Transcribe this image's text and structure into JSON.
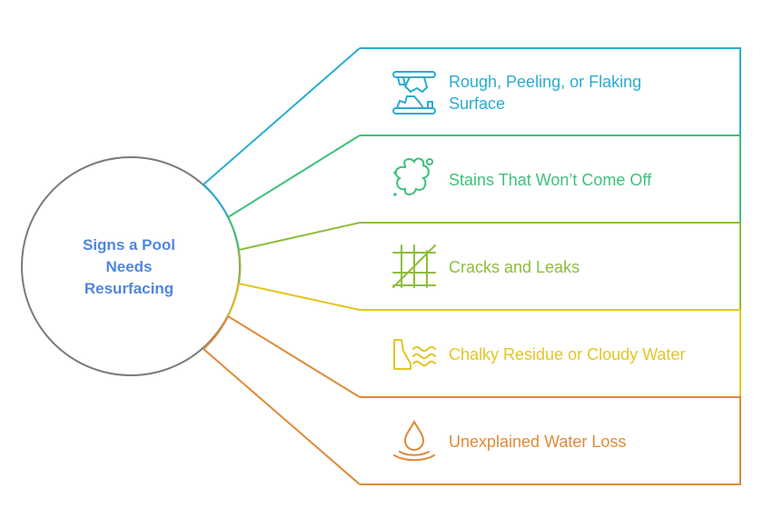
{
  "hub": {
    "title_lines": [
      "Signs a Pool",
      "Needs",
      "Resurfacing"
    ],
    "color": "#4f86dd",
    "outline_color": "#7a7a7a"
  },
  "items": [
    {
      "label_lines": [
        "Rough, Peeling, or Flaking",
        "Surface"
      ],
      "icon": "peeling-surface-icon",
      "color": "#29acd2"
    },
    {
      "label_lines": [
        "Stains That Won’t Come Off"
      ],
      "icon": "stain-splotch-icon",
      "color": "#3fc07a"
    },
    {
      "label_lines": [
        "Cracks and Leaks"
      ],
      "icon": "cracked-grid-icon",
      "color": "#8dbd3c"
    },
    {
      "label_lines": [
        "Chalky Residue or Cloudy Water"
      ],
      "icon": "cloudy-water-icon",
      "color": "#e2c626"
    },
    {
      "label_lines": [
        "Unexplained Water Loss"
      ],
      "icon": "water-drop-loss-icon",
      "color": "#de8a38"
    }
  ]
}
